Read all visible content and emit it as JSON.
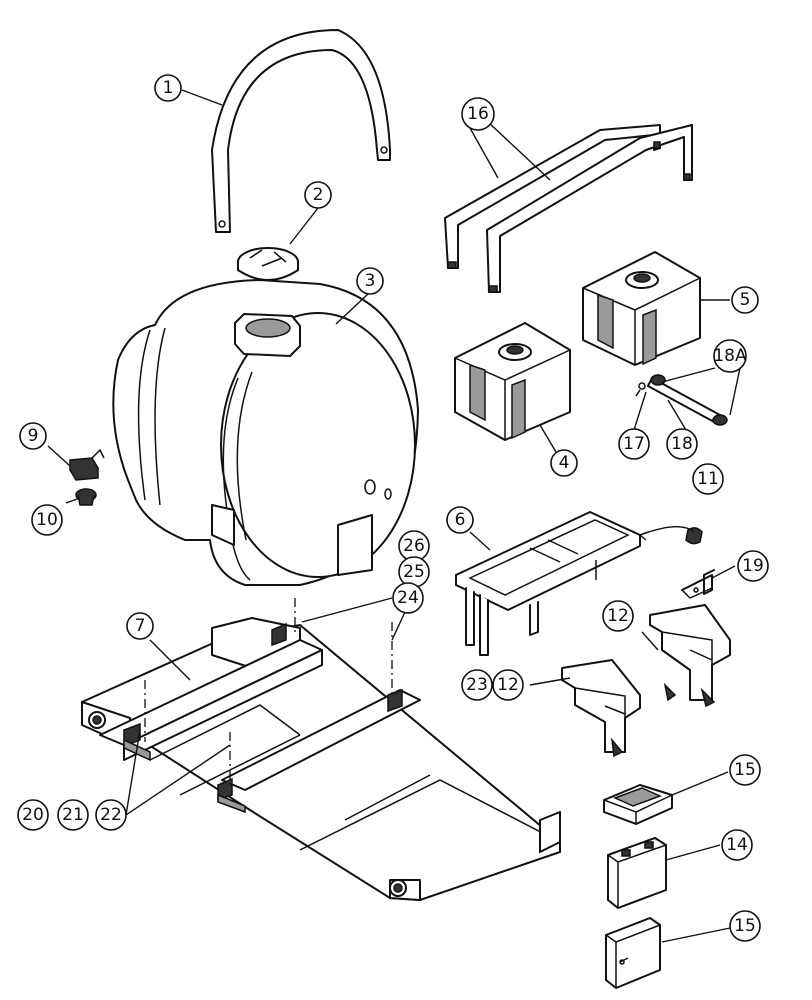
{
  "callouts": {
    "c1": "1",
    "c2": "2",
    "c3": "3",
    "c4": "4",
    "c5": "5",
    "c6": "6",
    "c7": "7",
    "c9": "9",
    "c10": "10",
    "c11": "11",
    "c12a": "12",
    "c12b": "12",
    "c14": "14",
    "c15a": "15",
    "c15b": "15",
    "c16": "16",
    "c17": "17",
    "c18": "18",
    "c18a": "18A",
    "c19": "19",
    "c20": "20",
    "c21": "21",
    "c22": "22",
    "c23": "23",
    "c24": "24",
    "c25": "25",
    "c26": "26"
  }
}
